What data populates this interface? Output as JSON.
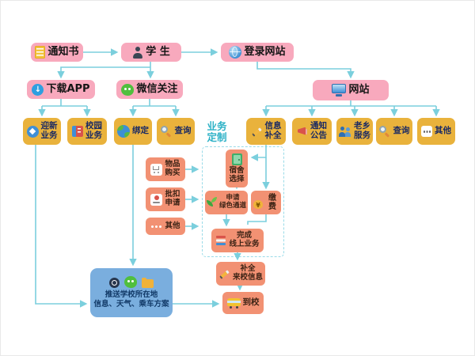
{
  "diagram": {
    "type": "flowchart",
    "language": "zh-CN"
  },
  "colors": {
    "level1_pink": "#f8a9bd",
    "level2_gold": "#e9b23c",
    "process_salmon": "#f29173",
    "push_blue": "#7aaede",
    "connector_teal": "#7bcfdd",
    "custom_label_teal": "#2cb1c6"
  },
  "nodes": {
    "notice": {
      "label": "通知书",
      "icon": "document-icon"
    },
    "student": {
      "label": "学 生",
      "icon": "student-icon"
    },
    "login_site": {
      "label": "登录网站",
      "icon": "globe-icon"
    },
    "download_app": {
      "label": "下载APP",
      "icon": "app-download-icon"
    },
    "wechat_follow": {
      "label": "微信关注",
      "icon": "wechat-icon"
    },
    "website": {
      "label": "网站",
      "icon": "monitor-icon"
    },
    "welcome_biz": {
      "label": "迎新\n业务",
      "icon": "welcome-badge-icon"
    },
    "campus_biz": {
      "label": "校园\n业务",
      "icon": "campus-building-icon"
    },
    "bind": {
      "label": "绑定",
      "icon": "earth-icon"
    },
    "query_wechat": {
      "label": "查询",
      "icon": "magnifier-icon"
    },
    "biz_custom": {
      "label": "业务\n定制"
    },
    "info_complete": {
      "label": "信息\n补全",
      "icon": "pen-icon"
    },
    "notice_board": {
      "label": "通知\n公告",
      "icon": "megaphone-icon"
    },
    "hometown_service": {
      "label": "老乡\n服务",
      "icon": "people-icon"
    },
    "query_web": {
      "label": "查询",
      "icon": "magnifier-icon"
    },
    "others_web": {
      "label": "其他",
      "icon": "ellipsis-icon"
    },
    "goods_buy": {
      "label": "物品\n购买",
      "icon": "cart-icon"
    },
    "batch_deduct": {
      "label": "批扣\n申请",
      "icon": "stamp-icon"
    },
    "others_app": {
      "label": "其他",
      "icon": "ellipsis-icon"
    },
    "dorm_select": {
      "label": "宿舍\n选择",
      "icon": "door-icon"
    },
    "green_channel": {
      "label": "申请\n绿色通道",
      "icon": "leaf-icon"
    },
    "pay": {
      "label": "缴费",
      "icon": "moneybag-icon"
    },
    "finish_online": {
      "label": "完成\n线上业务",
      "icon": "stack-icon"
    },
    "arrival_info": {
      "label": "补全\n来校信息",
      "icon": "pen-icon"
    },
    "arrive": {
      "label": "到校",
      "icon": "bus-icon"
    },
    "push_info": {
      "line1": "推送学校所在地",
      "line2": "信息、天气、乘车方案",
      "icons": [
        "app-circle-icon",
        "wechat-icon",
        "folder-icon"
      ]
    }
  }
}
